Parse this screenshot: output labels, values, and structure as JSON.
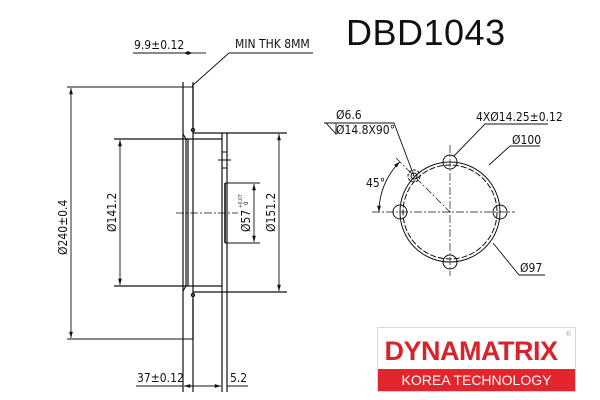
{
  "title": "DBD1043",
  "side_view": {
    "dims": {
      "disc_thickness": "9.9±0.12",
      "min_thickness": "MIN THK 8MM",
      "outer_diameter": "Ø240±0.4",
      "hat_inner_diameter": "Ø141.2",
      "hat_outer_diameter": "Ø151.2",
      "center_bore": "Ø57",
      "center_bore_tol_upper": "+0.07",
      "center_bore_tol_lower": "0",
      "overall_height": "37±0.12",
      "hat_thickness": "5.2"
    }
  },
  "front_view": {
    "dims": {
      "screw_hole": "Ø6.6",
      "screw_countersink": "Ø14.8X90°",
      "bolt_holes": "4XØ14.25±0.12",
      "bolt_circle": "Ø100",
      "hub_diameter": "Ø97",
      "angle": "45°"
    }
  },
  "logo": {
    "brand": "DYNAMATRIX",
    "registered": "®",
    "tagline": "KOREA TECHNOLOGY",
    "brand_color": "#d9232b",
    "band_color": "#e3262e"
  }
}
